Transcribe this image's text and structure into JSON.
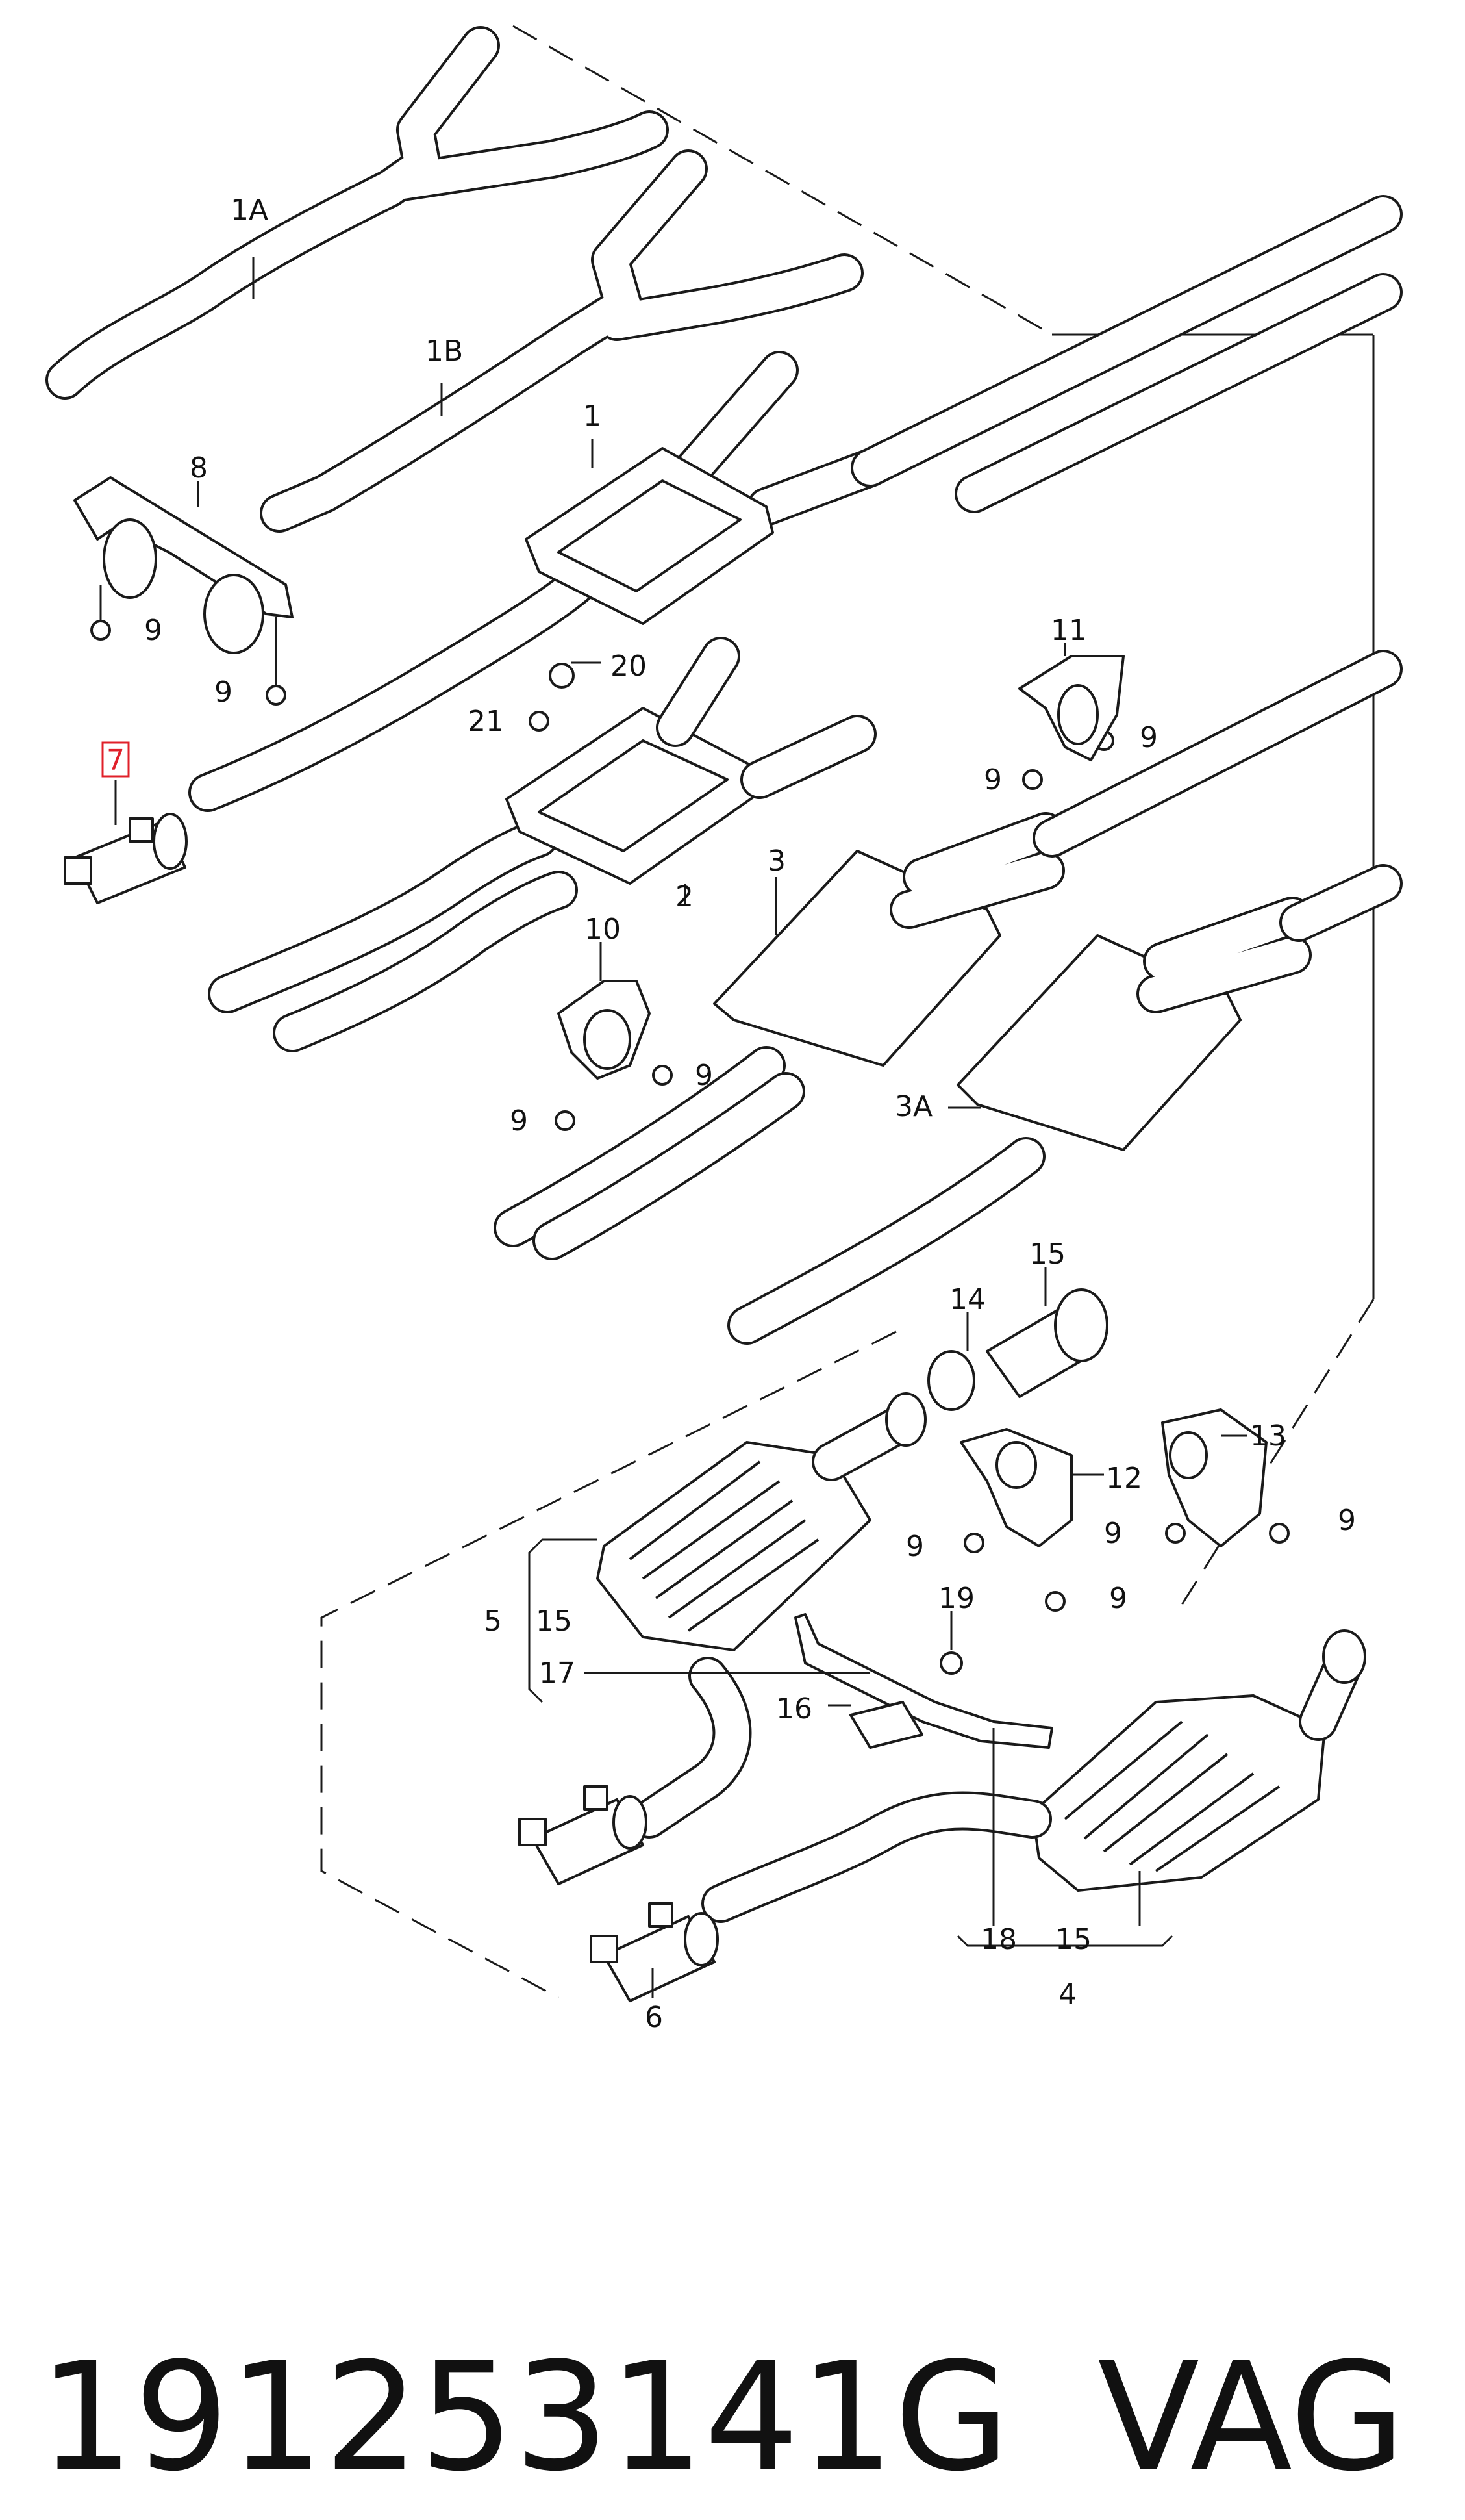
{
  "diagram": {
    "part_number": "191253141G",
    "brand": "VAG",
    "highlighted_label": "7",
    "accent_color": "#e0202a"
  },
  "labels": {
    "l1A": "1A",
    "l1B": "1B",
    "l1": "1",
    "l8": "8",
    "l9a": "9",
    "l9b": "9",
    "l20": "20",
    "l21": "21",
    "l7": "7",
    "l11": "11",
    "l9c": "9",
    "l9d": "9",
    "l2": "2",
    "l3": "3",
    "l10": "10",
    "l9e": "9",
    "l9f": "9",
    "l3A": "3A",
    "l15a": "15",
    "l14": "14",
    "l13": "13",
    "l12": "12",
    "l9g": "9",
    "l9h": "9",
    "l9i": "9",
    "l9j": "9",
    "l19": "19",
    "l5": "5",
    "l15b": "15",
    "l17": "17",
    "l16": "16",
    "l18": "18",
    "l15c": "15",
    "l4": "4",
    "l6": "6"
  }
}
